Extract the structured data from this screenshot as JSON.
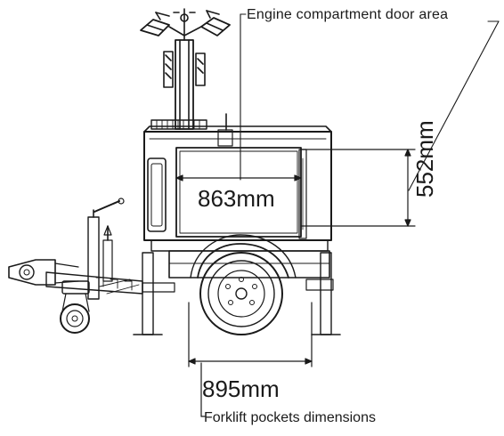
{
  "labels": {
    "engine_door": "Engine compartment door area",
    "door_width": "863mm",
    "door_height": "552mm",
    "forklift_width": "895mm",
    "forklift_pockets": "Forklift pockets dimensions"
  },
  "colors": {
    "line": "#1a1a1a",
    "background": "#ffffff"
  }
}
